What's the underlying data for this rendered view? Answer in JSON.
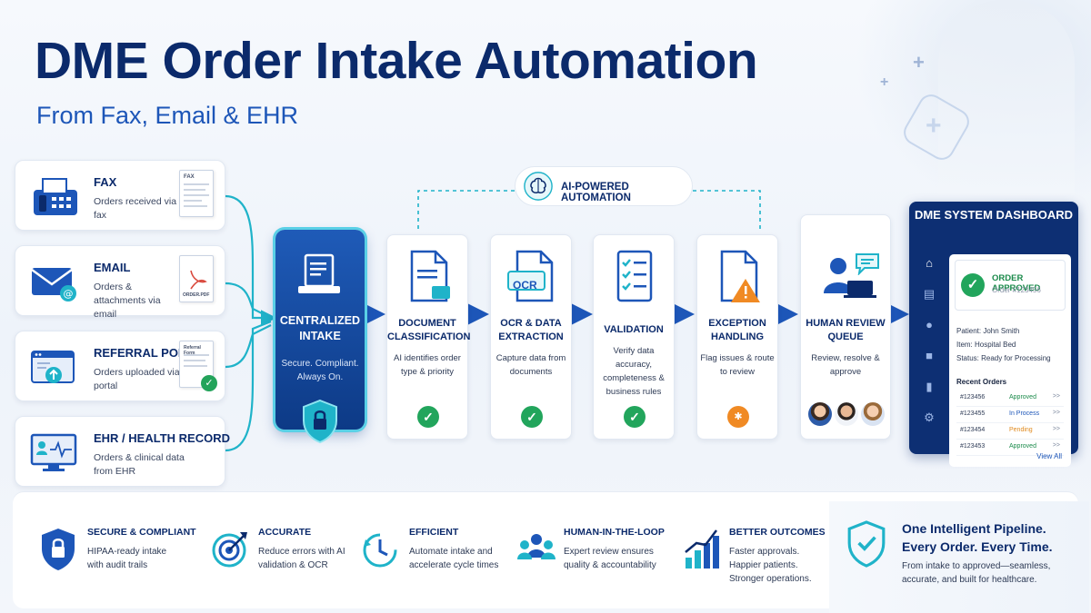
{
  "header": {
    "title": "DME Order Intake Automation",
    "subtitle": "From Fax, Email & EHR"
  },
  "sources": [
    {
      "title": "FAX",
      "desc": "Orders received via fax",
      "doc_label": "FAX",
      "icon": "fax-machine-icon"
    },
    {
      "title": "EMAIL",
      "desc": "Orders & attachments via email",
      "doc_label": "ORDER.PDF",
      "icon": "envelope-icon"
    },
    {
      "title": "REFERRAL PORTAL",
      "desc": "Orders uploaded via portal",
      "doc_label": "Referral Form",
      "icon": "upload-window-icon"
    },
    {
      "title": "EHR / HEALTH RECORD",
      "desc": "Orders & clinical data from EHR",
      "icon": "monitor-health-record-icon"
    }
  ],
  "central": {
    "title": "CENTRALIZED INTAKE",
    "desc": "Secure. Compliant. Always On."
  },
  "ai_banner": "AI-POWERED AUTOMATION",
  "steps": [
    {
      "title": "DOCUMENT CLASSIFICATION",
      "desc": "AI identifies order type & priority",
      "icon": "document-tag-icon",
      "status": "check"
    },
    {
      "title": "OCR & DATA EXTRACTION",
      "desc": "Capture data from documents",
      "icon": "ocr-document-icon",
      "badge": "OCR",
      "status": "check"
    },
    {
      "title": "VALIDATION",
      "desc": "Verify data accuracy, completeness & business rules",
      "icon": "checklist-icon",
      "status": "check"
    },
    {
      "title": "EXCEPTION HANDLING",
      "desc": "Flag issues & route to review",
      "icon": "warning-document-icon",
      "status": "warning"
    }
  ],
  "review": {
    "title": "HUMAN REVIEW QUEUE",
    "desc": "Review, resolve & approve"
  },
  "dashboard": {
    "title": "DME SYSTEM DASHBOARD",
    "status": "ORDER APPROVED",
    "order": "Order #123456",
    "patient": "Patient: John Smith",
    "item": "Item: Hospital Bed",
    "status_line": "Status: Ready for Processing",
    "recent_label": "Recent Orders",
    "rows": [
      {
        "id": "#123456",
        "status": "Approved",
        "color": "#1a8a4a"
      },
      {
        "id": "#123455",
        "status": "In Process",
        "color": "#1d56b8"
      },
      {
        "id": "#123454",
        "status": "Pending",
        "color": "#e08a1e"
      },
      {
        "id": "#123453",
        "status": "Approved",
        "color": "#1a8a4a"
      }
    ],
    "row_arrow": ">>",
    "view_all": "View All"
  },
  "features": [
    {
      "title": "SECURE & COMPLIANT",
      "desc1": "HIPAA-ready intake",
      "desc2": "with audit trails",
      "icon": "shield-lock-icon"
    },
    {
      "title": "ACCURATE",
      "desc1": "Reduce errors with AI",
      "desc2": "validation & OCR",
      "icon": "target-icon"
    },
    {
      "title": "EFFICIENT",
      "desc1": "Automate intake and",
      "desc2": "accelerate cycle times",
      "icon": "clock-icon"
    },
    {
      "title": "HUMAN-IN-THE-LOOP",
      "desc1": "Expert review ensures",
      "desc2": "quality & accountability",
      "icon": "people-icon"
    },
    {
      "title": "BETTER OUTCOMES",
      "desc1": "Faster approvals.",
      "desc2": "Happier patients.",
      "desc3": "Stronger operations.",
      "icon": "bar-chart-growth-icon"
    }
  ],
  "tagline": {
    "line1": "One Intelligent Pipeline.",
    "line2": "Every Order. Every Time.",
    "desc1": "From intake to approved—seamless,",
    "desc2": "accurate, and built for healthcare."
  },
  "colors": {
    "navy": "#0b2a6b",
    "blue": "#1d56b8",
    "teal": "#1fb3c9",
    "green": "#22a55c",
    "orange": "#f08a24"
  }
}
